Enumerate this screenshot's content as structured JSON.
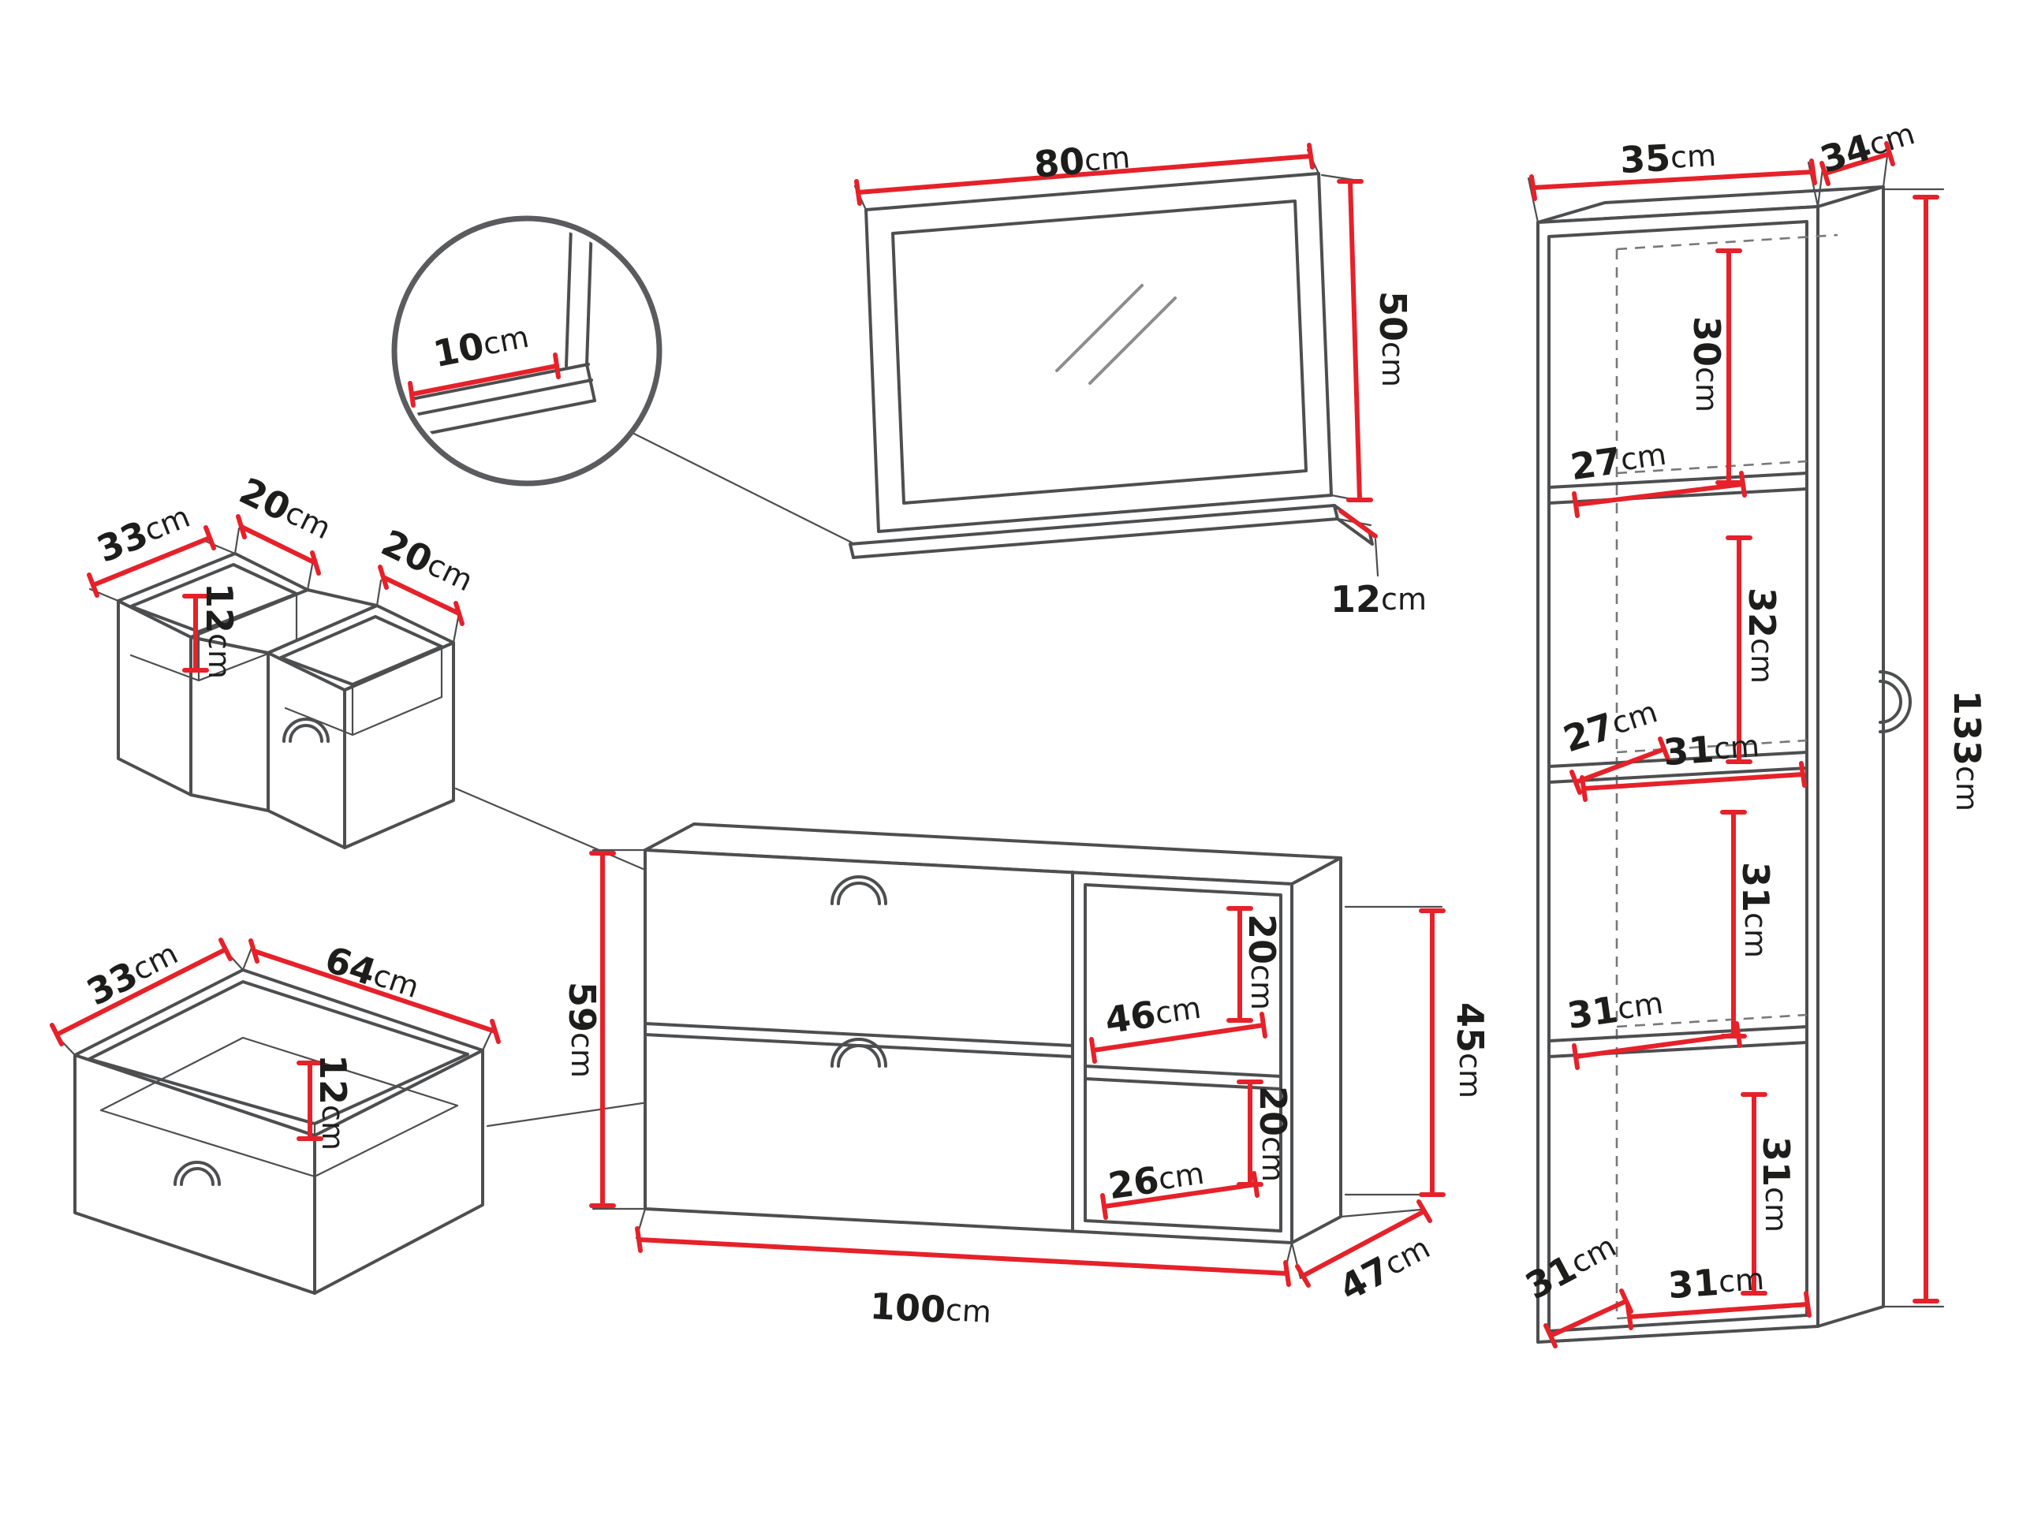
{
  "unit": "cm",
  "colors": {
    "outline": "#4d4e50",
    "dimension_red": "#e62129",
    "label_text": "#1d1d1b",
    "background": "#ffffff"
  },
  "pieces": {
    "mirror": {
      "width": "80",
      "height": "50",
      "shelf_depth": "12"
    },
    "shelf_detail": {
      "thickness": "10"
    },
    "sink_drawer": {
      "depth": "33",
      "left_opening_width": "20",
      "inner_height": "12",
      "right_opening_width": "20"
    },
    "drawer": {
      "depth": "33",
      "width": "64",
      "inner_height": "12"
    },
    "base_cabinet": {
      "front_height": "59",
      "width": "100",
      "depth": "47",
      "side_height": "45",
      "niche_width": "46",
      "upper_niche_height": "20",
      "lower_niche_width": "26",
      "lower_niche_height": "20"
    },
    "tall_cabinet": {
      "width": "35",
      "depth": "34",
      "height": "133",
      "top_section_height": "30",
      "shelf_depth_upper": "27",
      "second_section_height": "32",
      "shelf_depth_middle": "27",
      "shelf_width_middle": "31",
      "third_section_height": "31",
      "shelf_depth_lower": "31",
      "fourth_section_height": "31",
      "bottom_depth": "31",
      "bottom_width": "31"
    }
  }
}
